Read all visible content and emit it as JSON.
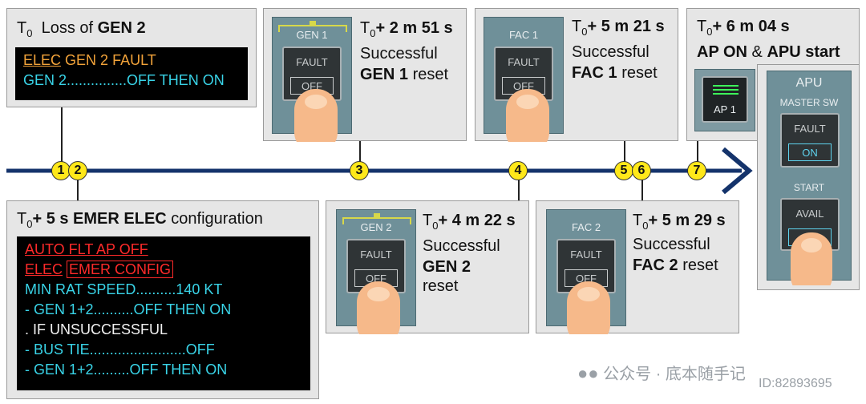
{
  "colors": {
    "timeline": "#14336b",
    "marker": "#ffe81a",
    "panel": "#6f9099",
    "amber": "#f2a33a",
    "cyan": "#39d4e8",
    "red": "#ff2a2a"
  },
  "box1": {
    "t": "T",
    "sub": "0",
    "text": "Loss of",
    "bold": "GEN 2",
    "ecam": {
      "l1a": "ELEC",
      "l1b": "GEN 2 FAULT",
      "l2": "GEN 2...............OFF THEN ON"
    }
  },
  "box2": {
    "t": "T",
    "sub": "0",
    "time": "+ 5 s EMER ELEC",
    "text": "configuration",
    "ecam": {
      "l1": "AUTO FLT AP OFF",
      "l2a": "ELEC",
      "l2b": "EMER CONFIG",
      "l3": "MIN RAT SPEED..........140 KT",
      "l4": "- GEN 1+2..........OFF THEN ON",
      "l5": ". IF UNSUCCESSFUL",
      "l6": "- BUS TIE........................OFF",
      "l7": "- GEN 1+2.........OFF THEN ON"
    }
  },
  "box3": {
    "t": "T",
    "sub": "0",
    "time": "+ 2 m 51 s",
    "l1": "Successful",
    "bold": "GEN 1",
    "l2": "reset",
    "btn": {
      "label": "GEN 1",
      "fault": "FAULT",
      "off": "OFF"
    }
  },
  "box4": {
    "t": "T",
    "sub": "0",
    "time": "+ 4 m 22 s",
    "l1": "Successful",
    "bold": "GEN 2",
    "l2": "reset",
    "btn": {
      "label": "GEN 2",
      "fault": "FAULT",
      "off": "OFF"
    }
  },
  "box5": {
    "t": "T",
    "sub": "0",
    "time": "+ 5 m 21 s",
    "l1": "Successful",
    "bold": "FAC 1",
    "l2": "reset",
    "btn": {
      "label": "FAC 1",
      "fault": "FAULT",
      "off": "OFF"
    }
  },
  "box6": {
    "t": "T",
    "sub": "0",
    "time": "+ 5 m 29 s",
    "l1": "Successful",
    "bold": "FAC 2",
    "l2": "reset",
    "btn": {
      "label": "FAC 2",
      "fault": "FAULT",
      "off": "OFF"
    }
  },
  "box7": {
    "t": "T",
    "sub": "0",
    "time": "+ 6 m 04 s",
    "b1": "AP ON",
    "amp": "&",
    "b2": "APU start",
    "ap": "AP 1",
    "apu": {
      "title": "APU",
      "master": "MASTER SW",
      "fault": "FAULT",
      "on": "ON",
      "start": "START",
      "avail": "AVAIL"
    }
  },
  "markers": [
    "1",
    "2",
    "3",
    "4",
    "5",
    "6",
    "7"
  ],
  "watermark": {
    "text": "公众号 · 底本随手记",
    "id": "ID:82893695"
  }
}
